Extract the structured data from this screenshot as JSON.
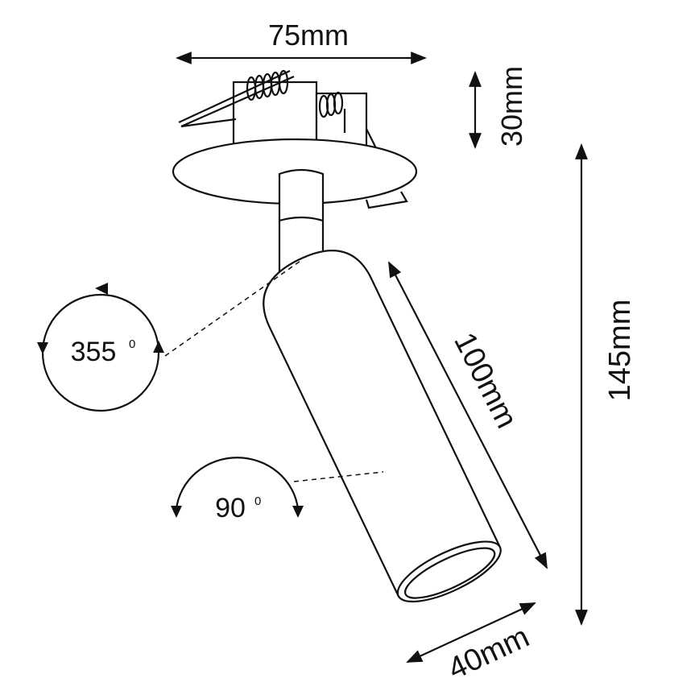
{
  "dimensions": {
    "width_label": "75mm",
    "depth_label": "30mm",
    "height_label": "145mm",
    "length_label": "100mm",
    "diameter_label": "40mm"
  },
  "rotation": {
    "horizontal_value": "355",
    "vertical_value": "90",
    "degree_mark": "0"
  },
  "colors": {
    "line": "#111111",
    "background": "#ffffff"
  }
}
